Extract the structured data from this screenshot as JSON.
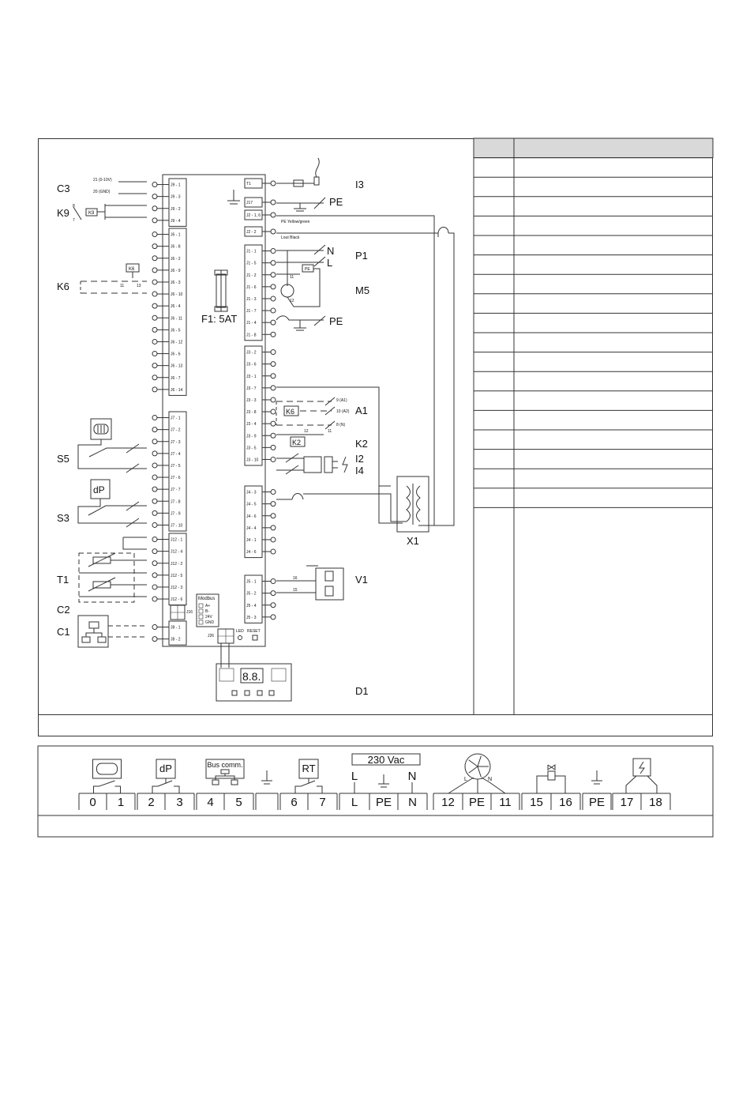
{
  "main_diagram": {
    "component_labels": {
      "C3": "C3",
      "K9": "K9",
      "K6": "K6",
      "S5": "S5",
      "S3": "S3",
      "T1": "T1",
      "C2": "C2",
      "C1": "C1",
      "I3": "I3",
      "PE1": "PE",
      "P1": "P1",
      "M5": "M5",
      "PE2": "PE",
      "A1": "A1",
      "K2": "K2",
      "I2": "I2",
      "I4": "I4",
      "X1": "X1",
      "V1": "V1",
      "D1": "D1"
    },
    "fuse_label": "F1: 5AT",
    "power_labels": {
      "N": "N",
      "L": "L"
    },
    "left_wire_labels": {
      "w21": "21 (0-10V)",
      "w20": "20 (GND)",
      "k9_top": "8",
      "k9_bot": "7",
      "k6_a": "11",
      "k6_b": "13"
    },
    "right_wire_labels": {
      "pe_yg": "PE  Yellow/green",
      "lout": "Lout  Black",
      "a1_9": "9 (A1)",
      "a1_10": "10 (A2)",
      "a1_8": "8 (N)",
      "k2_12": "12",
      "k2_11": "11",
      "v1_16": "16",
      "v1_15": "15",
      "k9_box": "K9",
      "k6_box": "K6",
      "k2_box": "K2",
      "m5_11": "11",
      "m5_12": "12"
    },
    "terminal_groups_left": [
      [
        "J9 - 1",
        "J9 - 3",
        "J9 - 2",
        "J9 - 4"
      ],
      [
        "J6 - 1",
        "J6 - 8",
        "J6 - 2",
        "J6 - 9",
        "J6 - 3",
        "J6 - 10",
        "J6 - 4",
        "J6 - 11",
        "J6 - 5",
        "J6 - 12",
        "J6 - 6",
        "J6 - 13",
        "J6 - 7",
        "J6 - 14"
      ],
      [
        "J7 - 1",
        "J7 - 2",
        "J7 - 3",
        "J7 - 4",
        "J7 - 5",
        "J7 - 6",
        "J7 - 7",
        "J7 - 8",
        "J7 - 9",
        "J7 - 10"
      ],
      [
        "J12 - 1",
        "J12 - 4",
        "J12 - 2",
        "J12 - 5",
        "J12 - 3",
        "J12 - 6"
      ],
      [
        "J8 - 1",
        "J8 - 2"
      ]
    ],
    "terminal_groups_right": [
      [
        "T1"
      ],
      [
        "J17"
      ],
      [
        "J2 - 1, 6"
      ],
      [
        "J2 - 2"
      ],
      [
        "J1 - 1",
        "J1 - 5",
        "J1 - 2",
        "J1 - 6",
        "J1 - 3",
        "J1 - 7",
        "J1 - 4",
        "J1 - 8"
      ],
      [
        "J3 - 2",
        "J3 - 6",
        "J3 - 1",
        "J3 - 7",
        "J3 - 3",
        "J3 - 8",
        "J3 - 4",
        "J3 - 9",
        "J3 - 5",
        "J3 - 10"
      ],
      [
        "J4 - 3",
        "J4 - 5",
        "J4 - 6",
        "J4 - 4",
        "J4 - 1",
        "J4 - 6"
      ],
      [
        "J5 - 1",
        "J5 - 2",
        "J5 - 4",
        "J5 - 3"
      ]
    ],
    "modbus": {
      "title": "Modbus",
      "rows": [
        "A+",
        "B-",
        "24V",
        "GND"
      ]
    },
    "j16_label": "J16",
    "j26_label": "J26",
    "led_label": "LED",
    "reset_label": "RESET",
    "display_text": "8.8.",
    "sensor_label_dp": "dP"
  },
  "legend_table": {
    "row_count": 18
  },
  "terminal_strip": {
    "groups": [
      {
        "icon": "flame-sensor",
        "terminals": [
          "0",
          "1"
        ]
      },
      {
        "icon": "dp-switch",
        "icon_label": "dP",
        "terminals": [
          "2",
          "3"
        ]
      },
      {
        "icon": "bus-comm",
        "icon_label": "Bus comm.",
        "terminals": [
          "4",
          "5"
        ]
      },
      {
        "icon": "earth",
        "terminals": [
          ""
        ]
      },
      {
        "icon": "room-thermostat",
        "icon_label": "RT",
        "terminals": [
          "6",
          "7"
        ]
      },
      {
        "icon": "mains",
        "icon_label": "230 Vac",
        "terminals": [
          "L",
          "PE",
          "N"
        ],
        "top_labels": [
          "L",
          "",
          "N"
        ]
      },
      {
        "icon": "fan",
        "terminals": [
          "12",
          "PE",
          "11"
        ],
        "sub_labels": [
          "L",
          "N"
        ]
      },
      {
        "icon": "valve",
        "terminals": [
          "15",
          "16"
        ]
      },
      {
        "icon": "earth",
        "terminals": [
          "PE"
        ]
      },
      {
        "icon": "igniter",
        "terminals": [
          "17",
          "18"
        ]
      }
    ]
  }
}
